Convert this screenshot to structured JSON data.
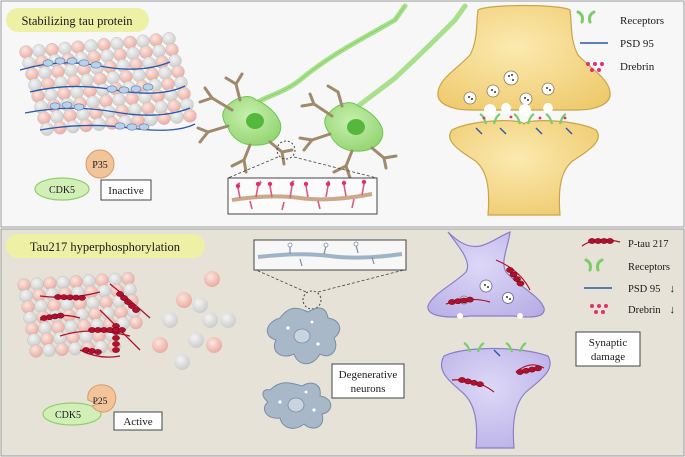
{
  "top_panel": {
    "title": "Stabilizing tau protein",
    "p35_label": "P35",
    "cdk5_label": "CDK5",
    "state_label": "Inactive",
    "legend": [
      {
        "label": "Receptors",
        "icon": "receptor-icon"
      },
      {
        "label": "PSD 95",
        "icon": "psd95-line-icon"
      },
      {
        "label": "Drebrin",
        "icon": "drebrin-dots-icon"
      }
    ]
  },
  "bottom_panel": {
    "title": "Tau217 hyperphosphorylation",
    "p25_label": "P25",
    "cdk5_label": "CDK5",
    "state_label": "Active",
    "neurons_label": "Degenerative neurons",
    "damage_label": "Synaptic damage",
    "legend": [
      {
        "label": "P-tau 217",
        "icon": "ptau-chain-icon"
      },
      {
        "label": "Receptors",
        "icon": "receptor-icon"
      },
      {
        "label": "PSD 95",
        "icon": "psd95-line-icon",
        "arrow": "↓"
      },
      {
        "label": "Drebrin",
        "icon": "drebrin-dots-icon",
        "arrow": "↓"
      }
    ]
  },
  "colors": {
    "top_bg": "#f7f7f7",
    "bottom_bg": "#e6e2d8",
    "title_pill": "#eef0a6",
    "neuron_green": "#a8e08c",
    "neuron_nucleus": "#6cc850",
    "synapse_gold": "#f3d98a",
    "synapse_purple": "#c9c2ee",
    "degenerate_gray": "#a9b8c8",
    "ptau_red": "#b0102c",
    "psd95_blue": "#2b5aa8",
    "drebrin_pink": "#e0306e",
    "receptor_green": "#9bd88a",
    "p35_orange": "#f2c49a",
    "cdk5_green": "#d2efb8"
  }
}
